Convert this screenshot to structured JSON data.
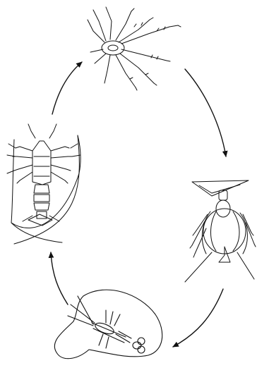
{
  "diagram": {
    "type": "life-cycle",
    "stages": [
      {
        "id": "phyllosoma-larva",
        "position": "top"
      },
      {
        "id": "late-phyllosoma-larva",
        "position": "right"
      },
      {
        "id": "puerulus",
        "position": "bottom"
      },
      {
        "id": "adult-spiny-lobster",
        "position": "left"
      }
    ],
    "arrows": [
      {
        "from": "phyllosoma-larva",
        "to": "late-phyllosoma-larva"
      },
      {
        "from": "late-phyllosoma-larva",
        "to": "puerulus"
      },
      {
        "from": "puerulus",
        "to": "adult-spiny-lobster"
      },
      {
        "from": "adult-spiny-lobster",
        "to": "phyllosoma-larva"
      }
    ],
    "colors": {
      "ink": "#111111",
      "background": "#ffffff"
    }
  }
}
